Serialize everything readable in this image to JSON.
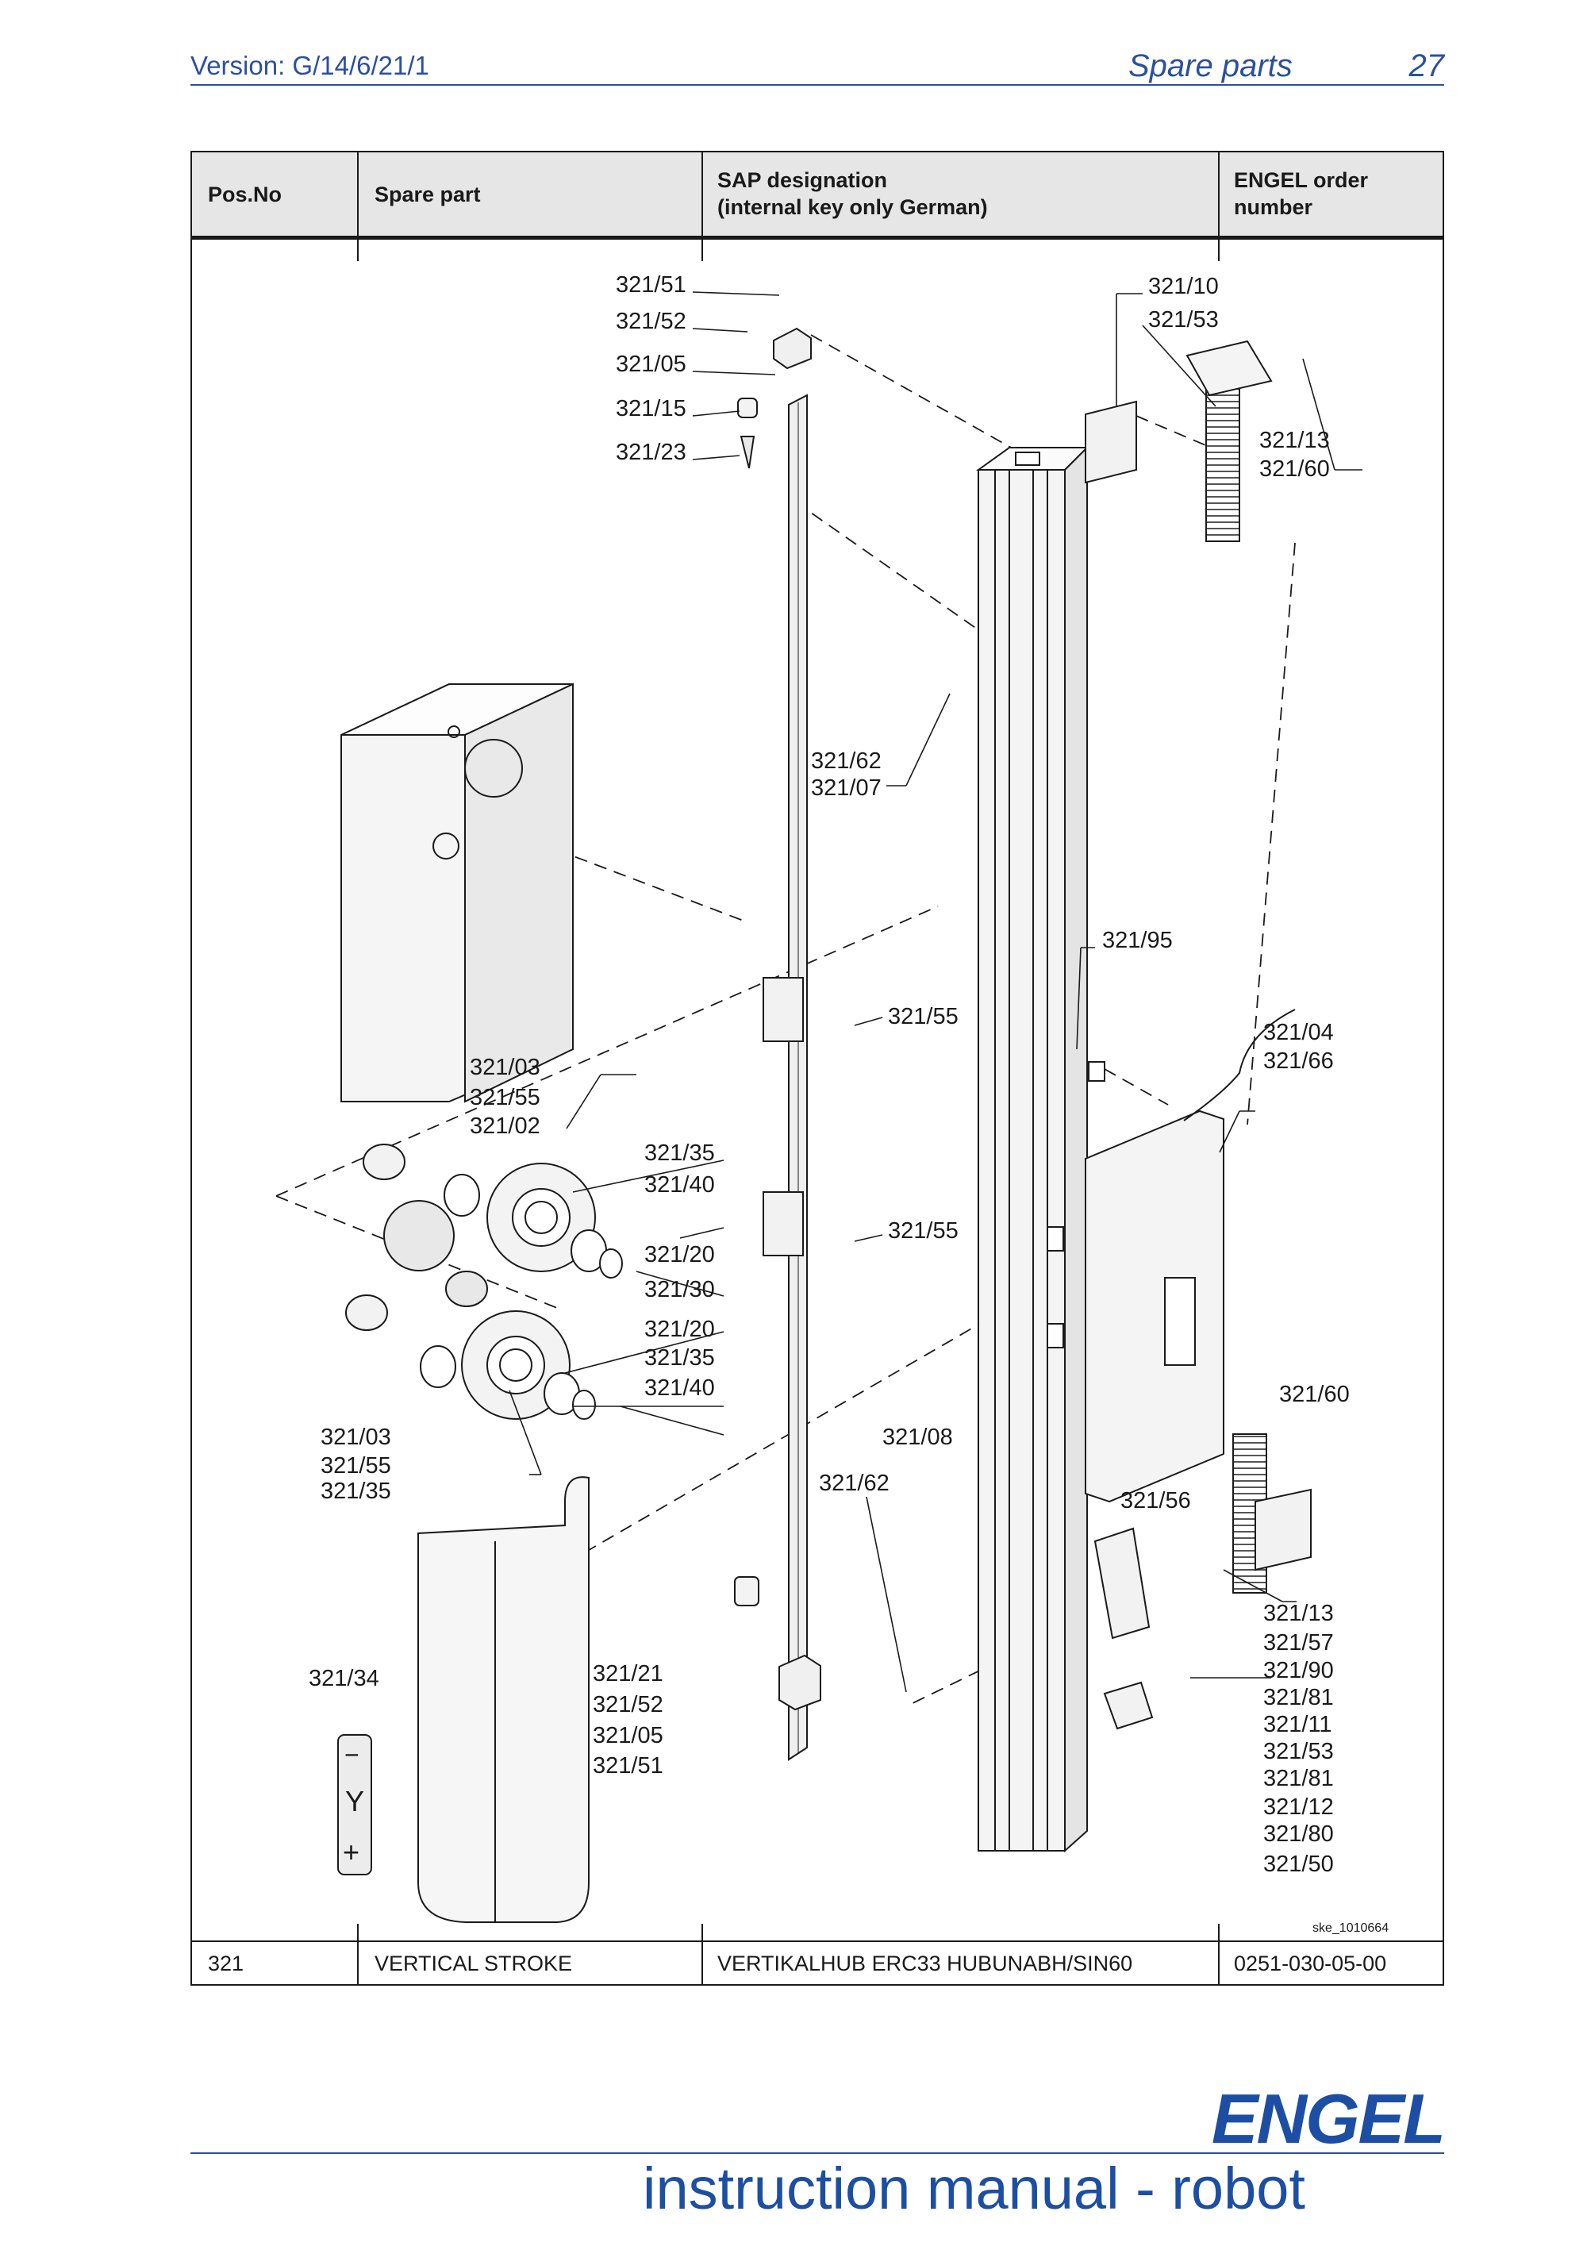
{
  "header": {
    "version": "Version: G/14/6/21/1",
    "section": "Spare parts",
    "page": "27"
  },
  "table": {
    "columns": [
      {
        "lines": [
          "Pos.No"
        ]
      },
      {
        "lines": [
          "Spare part"
        ]
      },
      {
        "lines": [
          "SAP designation",
          "(internal key only German)"
        ]
      },
      {
        "lines": [
          "ENGEL order",
          "number"
        ]
      }
    ],
    "row": {
      "pos": "321",
      "part": "VERTICAL STROKE",
      "sap": "VERTIKALHUB ERC33 HUBUNABH/SIN60",
      "order": "0251-030-05-00"
    }
  },
  "drawing": {
    "callouts": [
      "321/51",
      "321/52",
      "321/05",
      "321/15",
      "321/23",
      "321/10",
      "321/53",
      "321/13",
      "321/60",
      "321/62",
      "321/07",
      "321/95",
      "321/55",
      "321/04",
      "321/66",
      "321/03",
      "321/55",
      "321/02",
      "321/35",
      "321/40",
      "321/55",
      "321/20",
      "321/30",
      "321/20",
      "321/35",
      "321/40",
      "321/03",
      "321/55",
      "321/35",
      "321/60",
      "321/08",
      "321/62",
      "321/56",
      "321/34",
      "321/13",
      "321/57",
      "321/90",
      "321/81",
      "321/11",
      "321/53",
      "321/81",
      "321/12",
      "321/80",
      "321/50",
      "321/21",
      "321/52",
      "321/05",
      "321/51"
    ],
    "ref_code": "ske_1010664",
    "y_label": "Y",
    "minus": "−",
    "plus": "+"
  },
  "brand": {
    "name": "ENGEL"
  },
  "footer": {
    "text": "instruction manual - robot"
  }
}
